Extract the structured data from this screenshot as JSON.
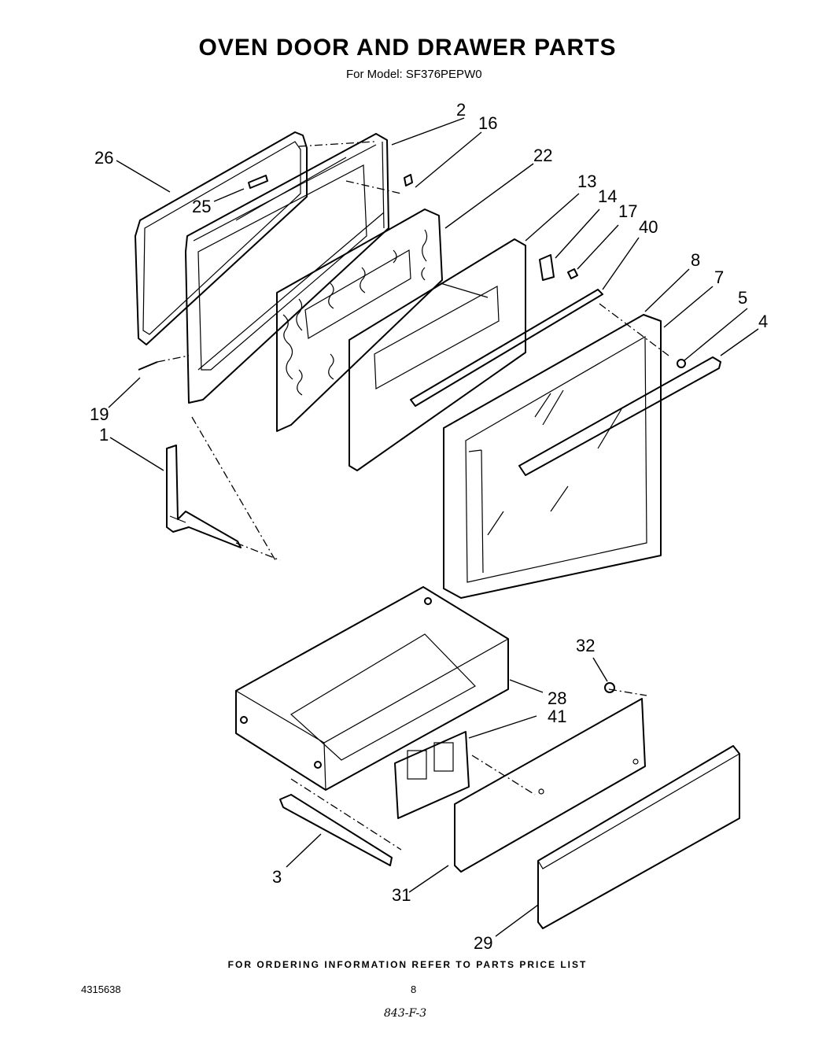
{
  "header": {
    "title": "OVEN DOOR AND DRAWER PARTS",
    "model_line": "For Model: SF376PEPW0"
  },
  "footer": {
    "ordering_note": "FOR ORDERING INFORMATION REFER TO PARTS PRICE LIST",
    "doc_number": "4315638",
    "page_number": "8",
    "handwritten_code": "843-F-3"
  },
  "callouts": {
    "c2": "2",
    "c16": "16",
    "c26": "26",
    "c25": "25",
    "c22": "22",
    "c13": "13",
    "c14": "14",
    "c17": "17",
    "c40": "40",
    "c8": "8",
    "c7": "7",
    "c5": "5",
    "c4": "4",
    "c19": "19",
    "c1": "1",
    "c32": "32",
    "c28": "28",
    "c41": "41",
    "c3": "3",
    "c31": "31",
    "c29": "29"
  }
}
